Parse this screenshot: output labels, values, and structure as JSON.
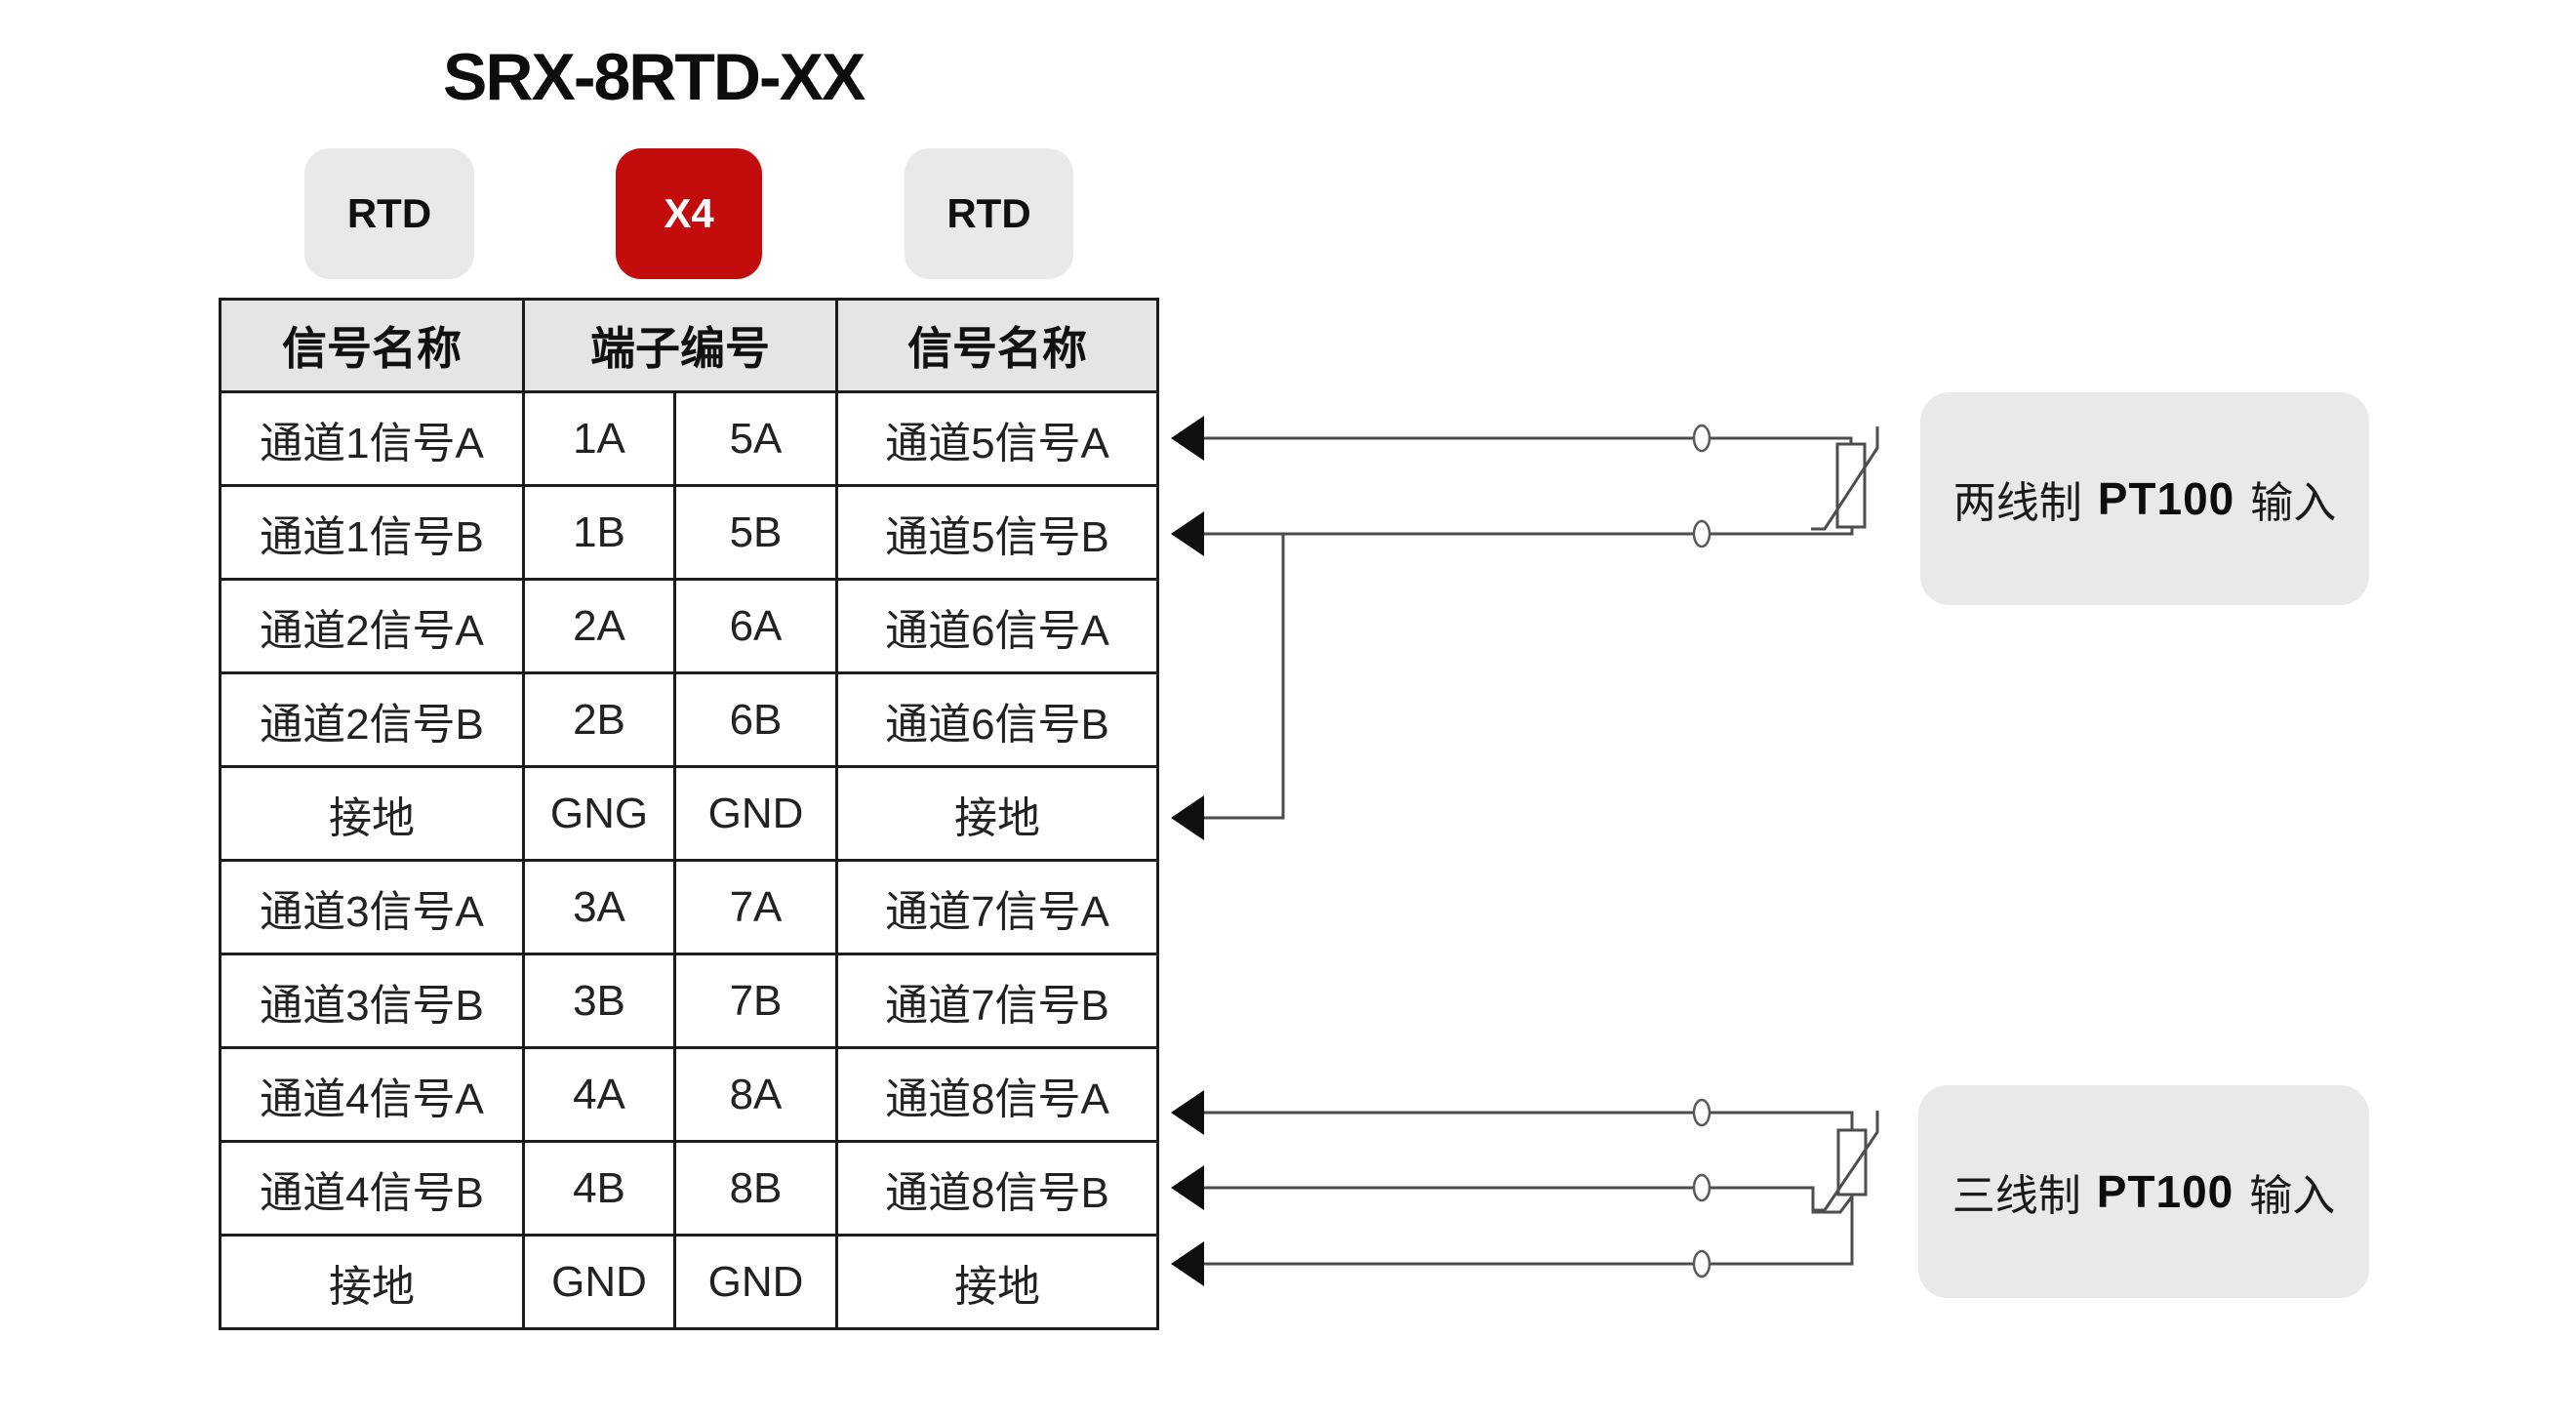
{
  "title": "SRX-8RTD-XX",
  "badges": [
    {
      "label": "RTD",
      "variant": "gray"
    },
    {
      "label": "X4",
      "variant": "red"
    },
    {
      "label": "RTD",
      "variant": "gray"
    }
  ],
  "table": {
    "headers": {
      "left": "信号名称",
      "middle": "端子编号",
      "right": "信号名称"
    },
    "rows": [
      {
        "left": "通道1信号A",
        "t1": "1A",
        "t2": "5A",
        "right": "通道5信号A"
      },
      {
        "left": "通道1信号B",
        "t1": "1B",
        "t2": "5B",
        "right": "通道5信号B"
      },
      {
        "left": "通道2信号A",
        "t1": "2A",
        "t2": "6A",
        "right": "通道6信号A"
      },
      {
        "left": "通道2信号B",
        "t1": "2B",
        "t2": "6B",
        "right": "通道6信号B"
      },
      {
        "left": "接地",
        "t1": "GNG",
        "t2": "GND",
        "right": "接地"
      },
      {
        "left": "通道3信号A",
        "t1": "3A",
        "t2": "7A",
        "right": "通道7信号A"
      },
      {
        "left": "通道3信号B",
        "t1": "3B",
        "t2": "7B",
        "right": "通道7信号B"
      },
      {
        "left": "通道4信号A",
        "t1": "4A",
        "t2": "8A",
        "right": "通道8信号A"
      },
      {
        "left": "通道4信号B",
        "t1": "4B",
        "t2": "8B",
        "right": "通道8信号B"
      },
      {
        "left": "接地",
        "t1": "GND",
        "t2": "GND",
        "right": "接地"
      }
    ]
  },
  "callouts": {
    "two_wire": {
      "prefix": "两线制",
      "bold": "PT100",
      "suffix": "输入"
    },
    "three_wire": {
      "prefix": "三线制",
      "bold": "PT100",
      "suffix": "输入"
    }
  },
  "colors": {
    "accent_red": "#c30d0d",
    "badge_gray": "#e9e9e9",
    "header_gray": "#e5e5e5",
    "wire_gray": "#4d4d4d",
    "border_black": "#1c1c1c"
  }
}
